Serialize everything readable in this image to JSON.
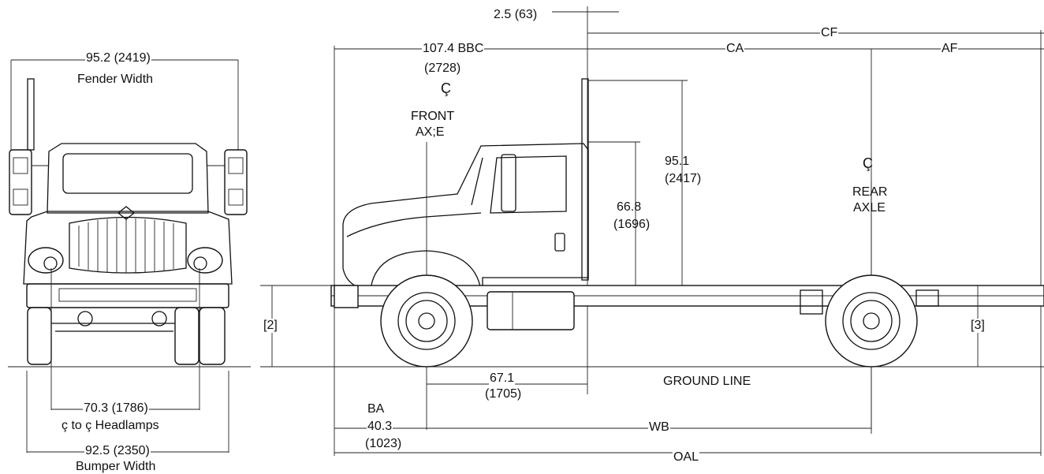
{
  "front_view": {
    "fender_width_value": "95.2 (2419)",
    "fender_width_label": "Fender Width",
    "headlamps_value": "70.3 (1786)",
    "headlamps_label": "ç to ç Headlamps",
    "bumper_width_value": "92.5 (2350)",
    "bumper_width_label": "Bumper Width"
  },
  "side_view": {
    "stack_offset": "2.5 (63)",
    "bbc_value": "107.4  BBC",
    "bbc_metric": "(2728)",
    "front_axle_symbol": "Ç",
    "front_axle_line1": "FRONT",
    "front_axle_line2": "AX;E",
    "cf": "CF",
    "ca": "CA",
    "af": "AF",
    "height_95_value": "95.1",
    "height_95_metric": "(2417)",
    "height_66_value": "66.8",
    "height_66_metric": "(1696)",
    "rear_axle_symbol": "Ç",
    "rear_axle_line1": "REAR",
    "rear_axle_line2": "AXLE",
    "frame_height_front": "[2]",
    "frame_height_rear": "[3]",
    "dim_67_value": "67.1",
    "dim_67_metric": "(1705)",
    "ground_line": "GROUND LINE",
    "ba_label": "BA",
    "ba_value": "40.3",
    "ba_metric": "(1023)",
    "wb": "WB",
    "oal": "OAL"
  }
}
